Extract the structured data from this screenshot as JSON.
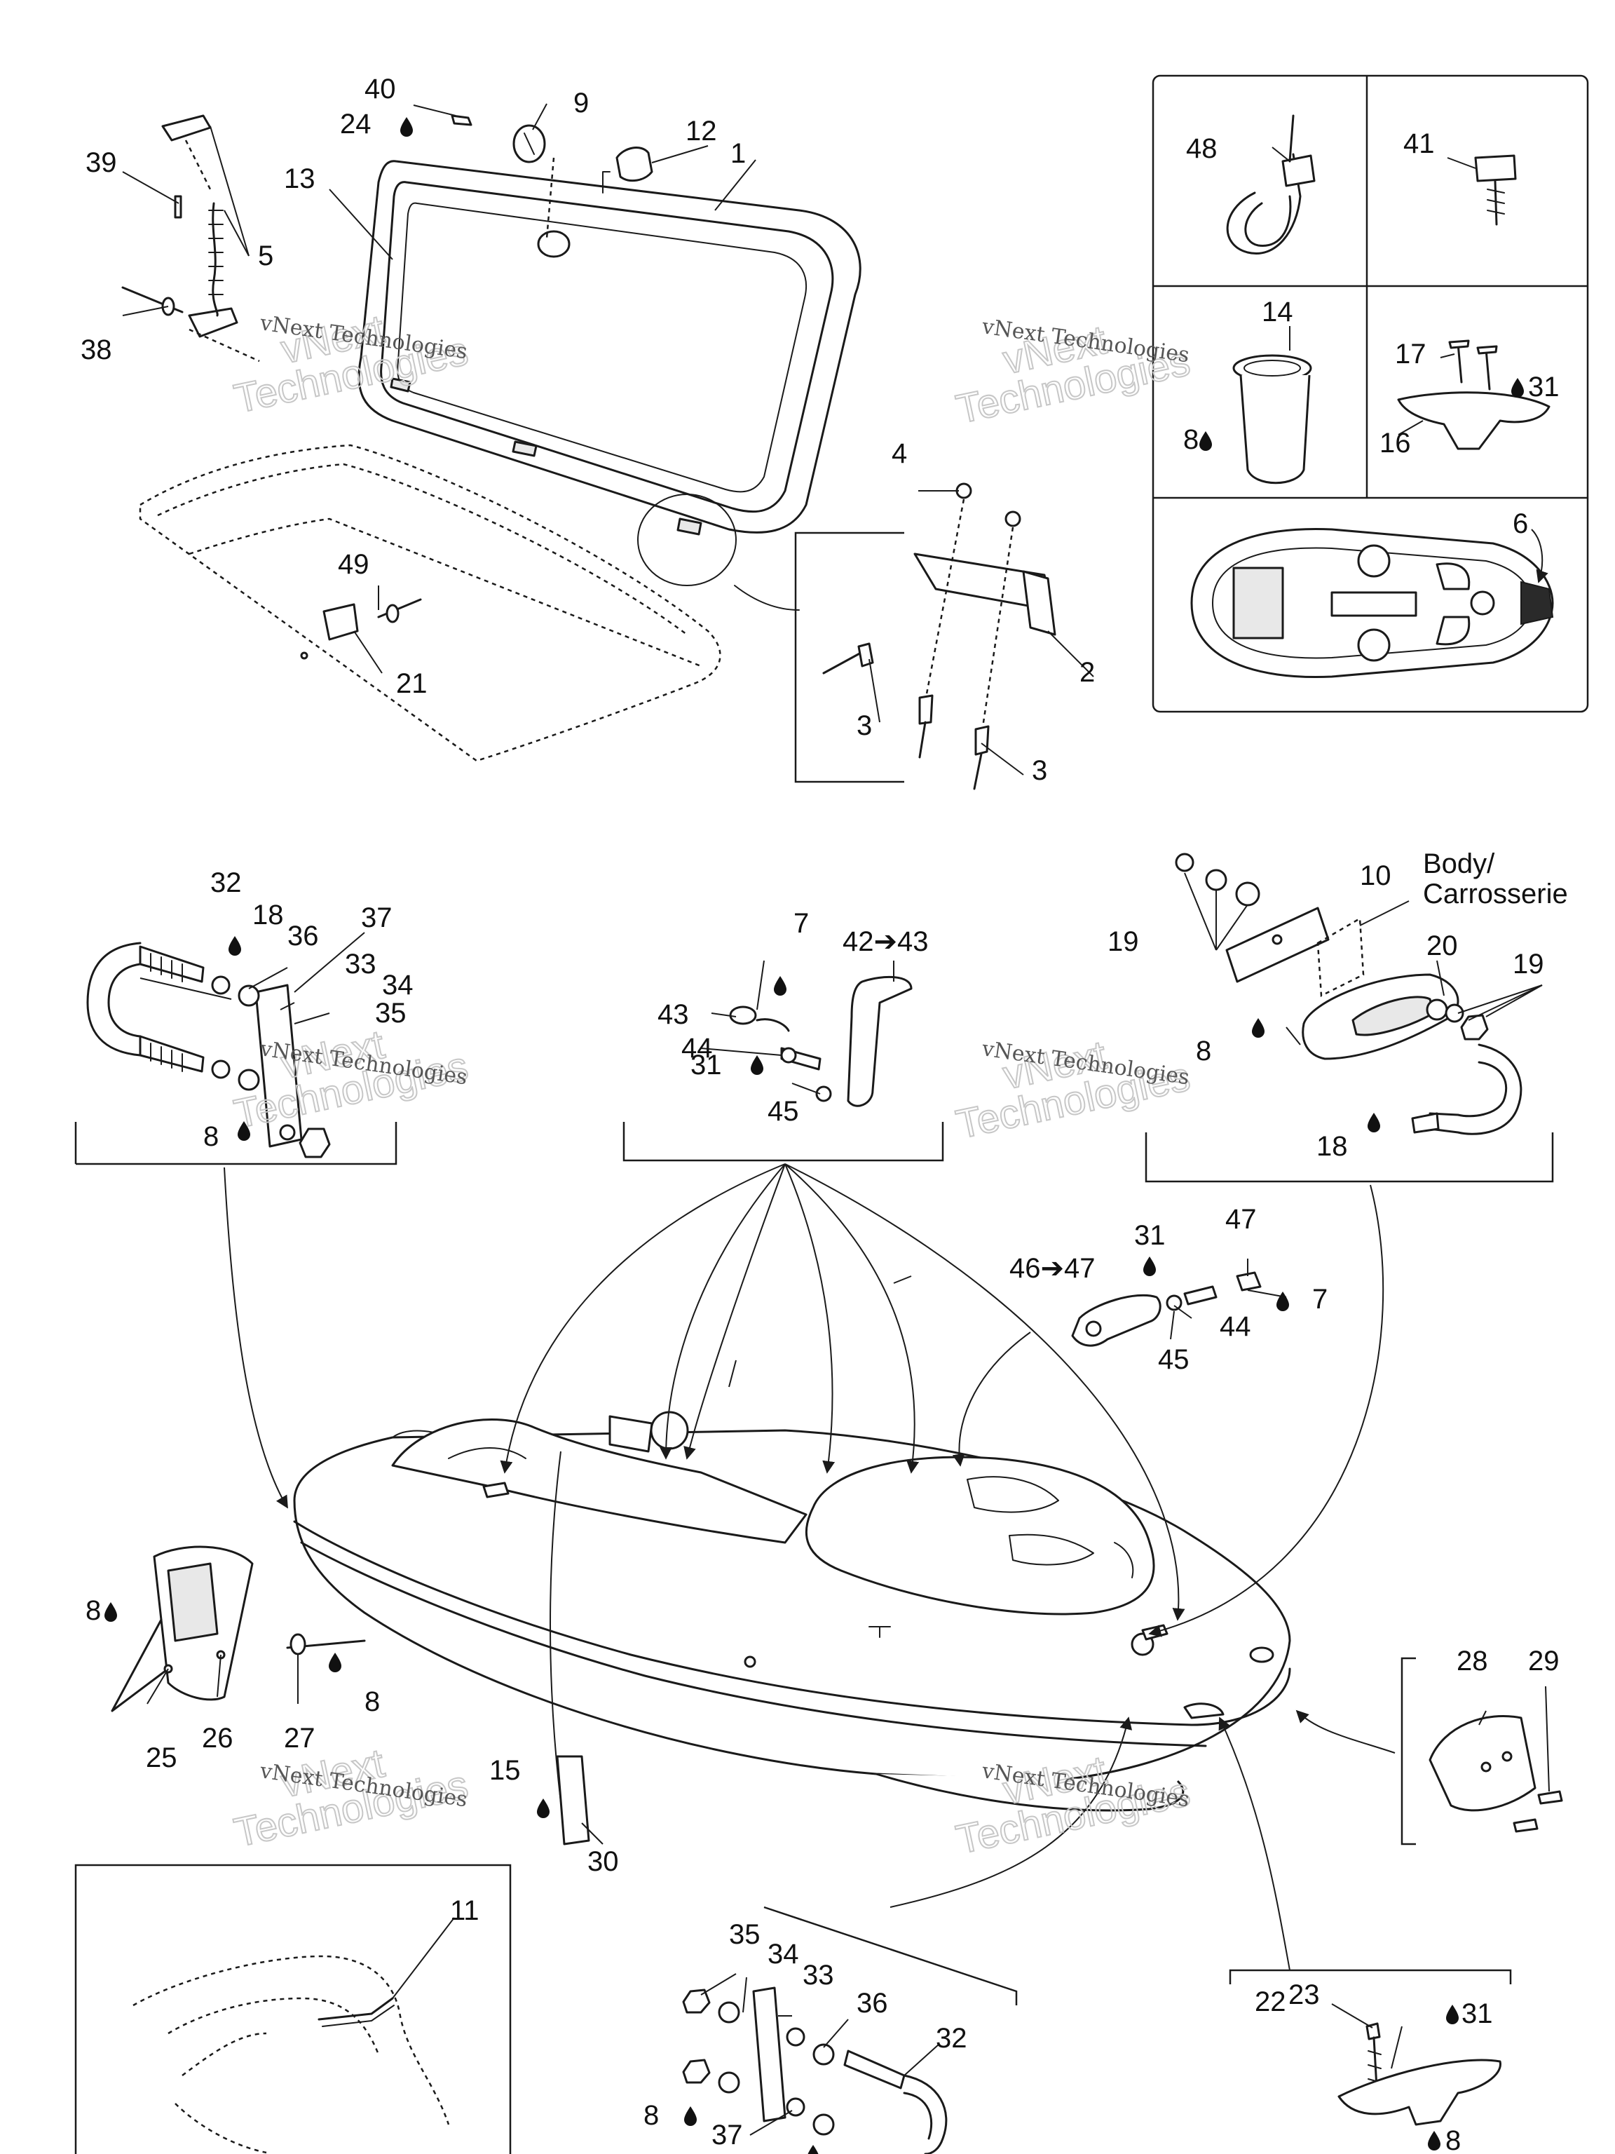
{
  "watermark": {
    "top_line": "vNext",
    "bottom_line": "Technologies",
    "small": "vNext Technologies"
  },
  "body_label": {
    "line1": "Body/",
    "line2": "Carrosserie"
  },
  "arrow_refs": {
    "ref_42_43": "42➔43",
    "ref_46_47": "46➔47"
  },
  "callouts": {
    "c1": "1",
    "c2": "2",
    "c3a": "3",
    "c3b": "3",
    "c4": "4",
    "c5": "5",
    "c6": "6",
    "c7a": "7",
    "c7b": "7",
    "c8a": "8",
    "c8b": "8",
    "c8c": "8",
    "c8d": "8",
    "c8e": "8",
    "c8f": "8",
    "c8g": "8",
    "c9": "9",
    "c10": "10",
    "c11": "11",
    "c12": "12",
    "c13": "13",
    "c14": "14",
    "c15": "15",
    "c16": "16",
    "c17": "17",
    "c18a": "18",
    "c18b": "18",
    "c19a": "19",
    "c19b": "19",
    "c20": "20",
    "c21": "21",
    "c22": "22",
    "c23": "23",
    "c24": "24",
    "c25": "25",
    "c26": "26",
    "c27": "27",
    "c28": "28",
    "c29": "29",
    "c30": "30",
    "c31a": "31",
    "c31b": "31",
    "c31c": "31",
    "c31d": "31",
    "c32a": "32",
    "c32b": "32",
    "c33a": "33",
    "c33b": "33",
    "c34a": "34",
    "c34b": "34",
    "c35a": "35",
    "c35b": "35",
    "c36a": "36",
    "c36b": "36",
    "c37a": "37",
    "c37b": "37",
    "c38": "38",
    "c39": "39",
    "c40": "40",
    "c41": "41",
    "c43": "43",
    "c44a": "44",
    "c44b": "44",
    "c45a": "45",
    "c45b": "45",
    "c47": "47",
    "c48": "48",
    "c49": "49"
  }
}
